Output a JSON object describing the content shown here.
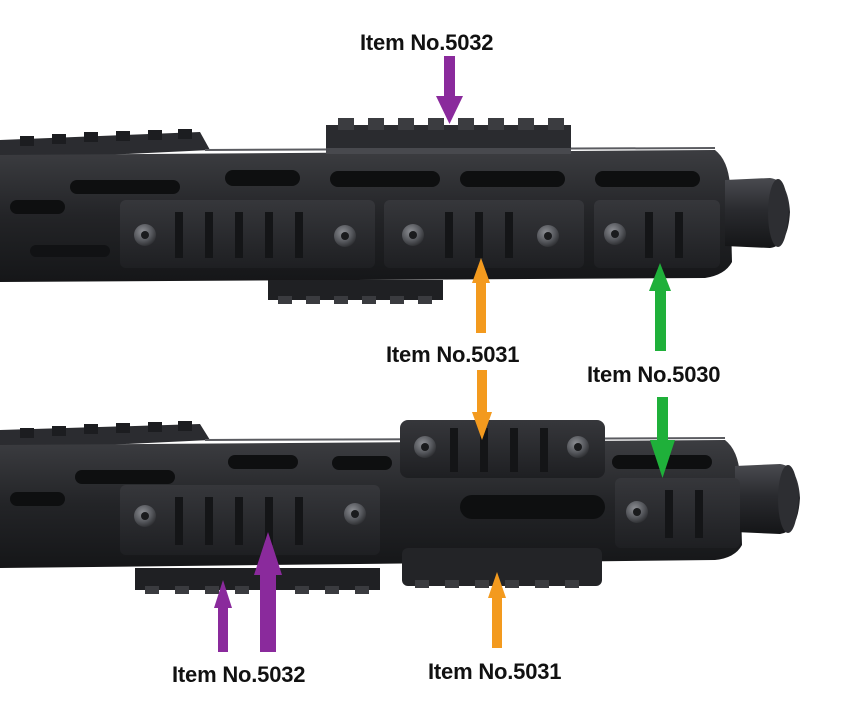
{
  "labels": {
    "top_5032": "Item No.5032",
    "mid_5031": "Item No.5031",
    "mid_5030": "Item No.5030",
    "bottom_5032": "Item No.5032",
    "bottom_5031": "Item No.5031"
  },
  "colors": {
    "purple_arrow": "#8a2a9c",
    "orange_arrow": "#f39a1e",
    "green_arrow": "#1fb03a",
    "metal_dark": "#1b1c1e",
    "metal_mid": "#2a2b2e",
    "metal_light": "#3a3b3f",
    "background": "#ffffff"
  }
}
